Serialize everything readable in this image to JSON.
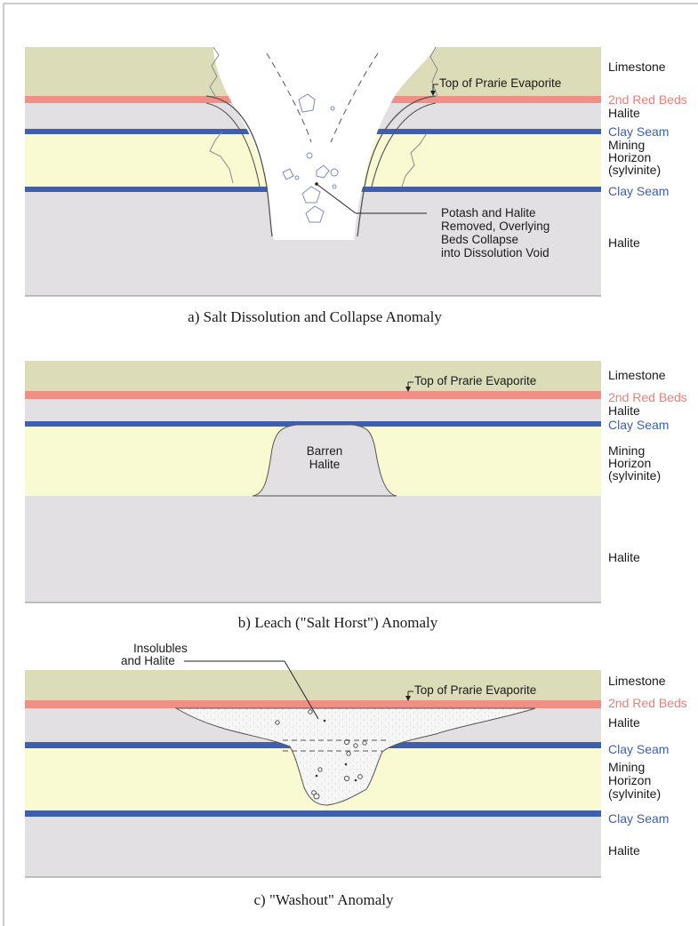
{
  "colors": {
    "limestone": "#dcdcb8",
    "red_beds": "#ef8f86",
    "halite": "#e3e0e3",
    "clay_seam": "#3d5fae",
    "mining_horizon": "#fafad2",
    "void": "#ffffff"
  },
  "panel_a": {
    "caption": "a)  Salt Dissolution and Collapse Anomaly",
    "top_marker": "Top of Prarie Evaporite",
    "callout": [
      "Potash and Halite",
      "Removed, Overlying",
      "Beds Collapse",
      "into Dissolution Void"
    ],
    "layers": {
      "limestone": "Limestone",
      "red_beds": "2nd Red Beds",
      "halite_upper": "Halite",
      "clay_seam_upper": "Clay Seam",
      "mining_1": "Mining",
      "mining_2": "Horizon",
      "mining_3": "(sylvinite)",
      "clay_seam_lower": "Clay Seam",
      "halite_lower": "Halite"
    }
  },
  "panel_b": {
    "caption": "b)  Leach (\"Salt Horst\") Anomaly",
    "top_marker": "Top of Prarie Evaporite",
    "horst_label": [
      "Barren",
      "Halite"
    ],
    "layers": {
      "limestone": "Limestone",
      "red_beds": "2nd Red Beds",
      "halite_upper": "Halite",
      "clay_seam": "Clay Seam",
      "mining_1": "Mining",
      "mining_2": "Horizon",
      "mining_3": "(sylvinite)",
      "halite_lower": "Halite"
    }
  },
  "panel_c": {
    "caption": "c)  \"Washout\" Anomaly",
    "top_marker": "Top of Prarie Evaporite",
    "callout": [
      "Insolubles",
      "and Halite"
    ],
    "layers": {
      "limestone": "Limestone",
      "red_beds": "2nd Red Beds",
      "halite_upper": "Halite",
      "clay_seam_upper": "Clay Seam",
      "mining_1": "Mining",
      "mining_2": "Horizon",
      "mining_3": "(sylvinite)",
      "clay_seam_lower": "Clay Seam",
      "halite_lower": "Halite"
    }
  }
}
